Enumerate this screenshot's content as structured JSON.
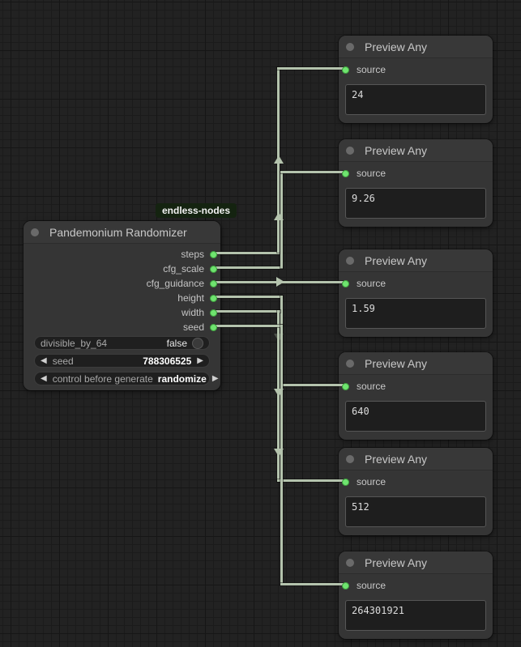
{
  "graph": {
    "badge": "endless-nodes",
    "randomizer": {
      "title": "Pandemonium Randomizer",
      "outputs": [
        "steps",
        "cfg_scale",
        "cfg_guidance",
        "height",
        "width",
        "seed"
      ],
      "widgets": {
        "divisible": {
          "label": "divisible_by_64",
          "value": "false"
        },
        "seed": {
          "label": "seed",
          "value": "788306525"
        },
        "control": {
          "label": "control before generate",
          "value": "randomize"
        }
      }
    },
    "previews": [
      {
        "title": "Preview Any",
        "input": "source",
        "value": "24"
      },
      {
        "title": "Preview Any",
        "input": "source",
        "value": "9.26"
      },
      {
        "title": "Preview Any",
        "input": "source",
        "value": "1.59"
      },
      {
        "title": "Preview Any",
        "input": "source",
        "value": "640"
      },
      {
        "title": "Preview Any",
        "input": "source",
        "value": "512"
      },
      {
        "title": "Preview Any",
        "input": "source",
        "value": "264301921"
      }
    ],
    "icons": {
      "arrow_left": "◀",
      "arrow_right": "▶"
    },
    "colors": {
      "wire": "#b4c3ad",
      "slot_green": "#6fe46f",
      "badge_bg": "#142310",
      "canvas_bg": "#222222"
    }
  }
}
